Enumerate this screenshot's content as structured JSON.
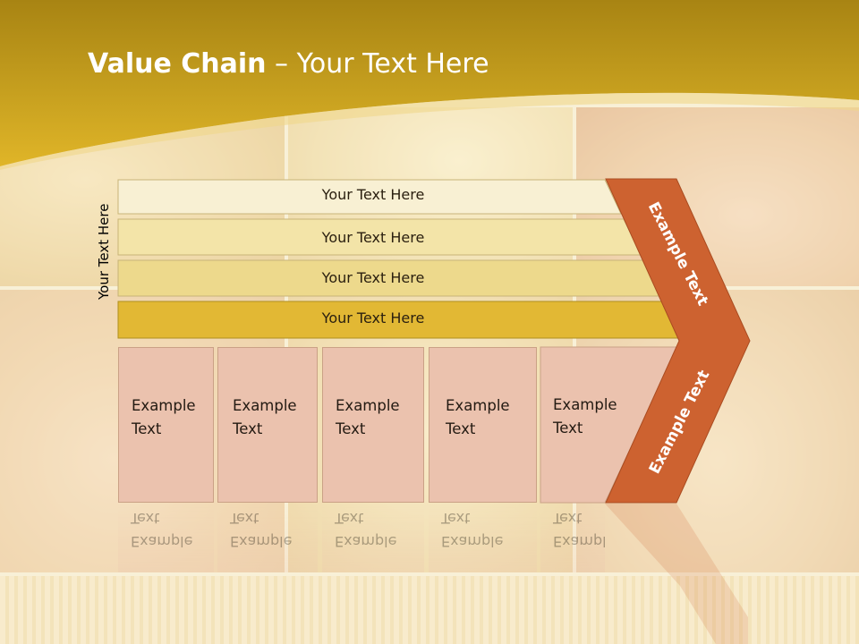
{
  "slide": {
    "title_bold": "Value Chain",
    "title_rest": " – Your Text Here",
    "side_label": "Your Text Here"
  },
  "bars": [
    {
      "label": "Your Text Here",
      "fill": "#f8f0d3"
    },
    {
      "label": "Your Text Here",
      "fill": "#f3e4a8"
    },
    {
      "label": "Your Text Here",
      "fill": "#edd98c"
    },
    {
      "label": "Your Text Here",
      "fill": "#e2b834"
    }
  ],
  "cards": [
    {
      "label": "Example\nText"
    },
    {
      "label": "Example\nText"
    },
    {
      "label": "Example\nText"
    },
    {
      "label": "Example\nText"
    },
    {
      "label": "Example\nText"
    }
  ],
  "chevron": {
    "top_label": "Example Text",
    "bottom_label": "Example Text",
    "color": "#cd6230"
  },
  "colors": {
    "header_gold": "#c8a020",
    "card_fill": "#ebc2ae"
  }
}
